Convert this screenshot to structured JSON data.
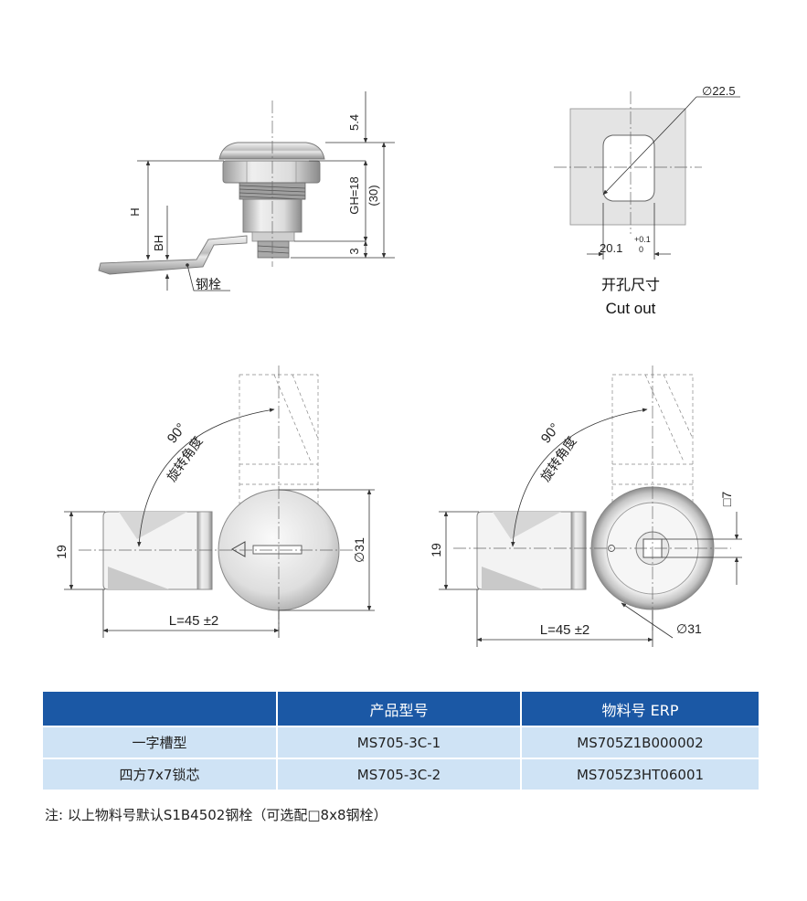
{
  "side_view": {
    "dim_top": "5.4",
    "dim_gh": "GH=18",
    "dim_total": "(30)",
    "dim_3": "3",
    "dim_h": "H",
    "dim_bh": "BH",
    "latch_label": "钢栓"
  },
  "cutout": {
    "diameter": "∅22.5",
    "width": "20.1",
    "tol_upper": "+0.1",
    "tol_lower": "0",
    "title_cn": "开孔尺寸",
    "title_en": "Cut out"
  },
  "front_slot": {
    "angle": "90°",
    "rotation_label": "旋转角度",
    "height": "19",
    "diameter": "∅31",
    "length": "L=45 ±2"
  },
  "front_square": {
    "angle": "90°",
    "rotation_label": "旋转角度",
    "height": "19",
    "square": "□7",
    "diameter": "∅31",
    "length": "L=45 ±2"
  },
  "table": {
    "headers": [
      "",
      "产品型号",
      "物料号 ERP"
    ],
    "rows": [
      [
        "一字槽型",
        "MS705-3C-1",
        "MS705Z1B000002"
      ],
      [
        "四方7x7锁芯",
        "MS705-3C-2",
        "MS705Z3HT06001"
      ]
    ]
  },
  "note": "注: 以上物料号默认S1B4502钢栓（可选配□8x8钢栓）"
}
